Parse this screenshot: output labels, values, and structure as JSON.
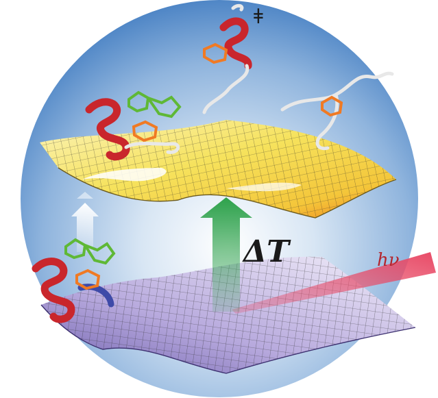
{
  "labels": {
    "delta_t": "ΔT",
    "h_nu": "hν",
    "dagger": "ǂ"
  },
  "colors": {
    "sphere_center": "#ffffff",
    "sphere_edge": "#4f86c6",
    "upper_surface": "#f7e36a",
    "upper_surface_hot": "#f08a1e",
    "lower_surface": "#cbbfe6",
    "lower_surface_dark": "#7a6bb3",
    "mesh_line": "#2b2b2b",
    "arrow_green": "#2fa84f",
    "arrow_white": "#ffffff",
    "light_beam": "#e84a66",
    "helix_red": "#c9262c",
    "chromophore_orange": "#f07a24",
    "ligand_green": "#5fb836",
    "coil_white": "#e8e8e8"
  },
  "icons": {
    "upper_landscape": "excited-state-energy-surface",
    "lower_landscape": "ground-state-energy-surface",
    "temperature_arrow": "up-arrow",
    "excitation_arrow": "up-arrow-white",
    "light_beam": "light-ray",
    "peptide": "alpha-helix-peptide"
  }
}
